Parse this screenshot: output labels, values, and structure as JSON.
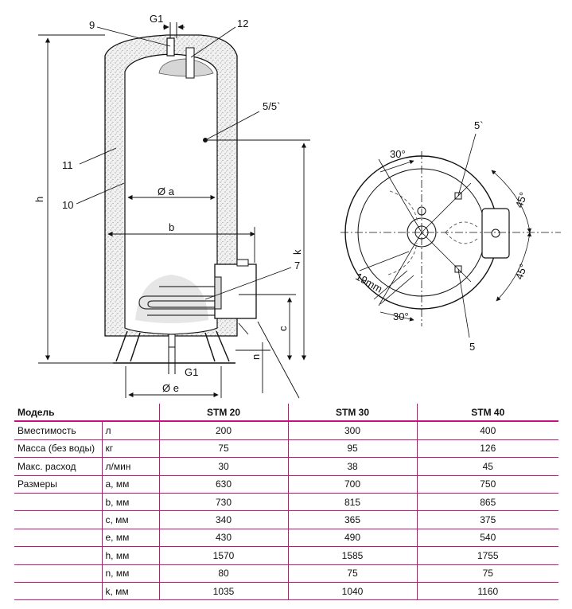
{
  "drawing": {
    "labels": {
      "l9": "9",
      "g1_top": "G1",
      "l12": "12",
      "l5_5": "5/5`",
      "l11": "11",
      "l10": "10",
      "h": "h",
      "dia_a": "Ø a",
      "b": "b",
      "k": "k",
      "l7": "7",
      "c": "c",
      "n": "n",
      "g1_bottom": "G1",
      "dia_e": "Ø e",
      "top_5": "5`",
      "angle_30_top": "30°",
      "angle_45_top": "45°",
      "angle_45_bottom": "45°",
      "mm19": "19mm",
      "angle_30_bottom": "30°",
      "bottom_5": "5"
    }
  },
  "table": {
    "header": {
      "model": "Модель",
      "units": "",
      "m1": "STM 20",
      "m2": "STM 30",
      "m3": "STM 40"
    },
    "rows": [
      {
        "param": "Вместимость",
        "unit": "л",
        "v1": "200",
        "v2": "300",
        "v3": "400"
      },
      {
        "param": "Масса (без воды)",
        "unit": "кг",
        "v1": "75",
        "v2": "95",
        "v3": "126"
      },
      {
        "param": "Макс. расход",
        "unit": "л/мин",
        "v1": "30",
        "v2": "38",
        "v3": "45"
      },
      {
        "param": "Размеры",
        "unit": "a, мм",
        "v1": "630",
        "v2": "700",
        "v3": "750"
      },
      {
        "param": "",
        "unit": "b, мм",
        "v1": "730",
        "v2": "815",
        "v3": "865"
      },
      {
        "param": "",
        "unit": "c, мм",
        "v1": "340",
        "v2": "365",
        "v3": "375"
      },
      {
        "param": "",
        "unit": "e, мм",
        "v1": "430",
        "v2": "490",
        "v3": "540"
      },
      {
        "param": "",
        "unit": "h, мм",
        "v1": "1570",
        "v2": "1585",
        "v3": "1755"
      },
      {
        "param": "",
        "unit": "n, мм",
        "v1": "80",
        "v2": "75",
        "v3": "75"
      },
      {
        "param": "",
        "unit": "k, мм",
        "v1": "1035",
        "v2": "1040",
        "v3": "1160"
      }
    ]
  }
}
